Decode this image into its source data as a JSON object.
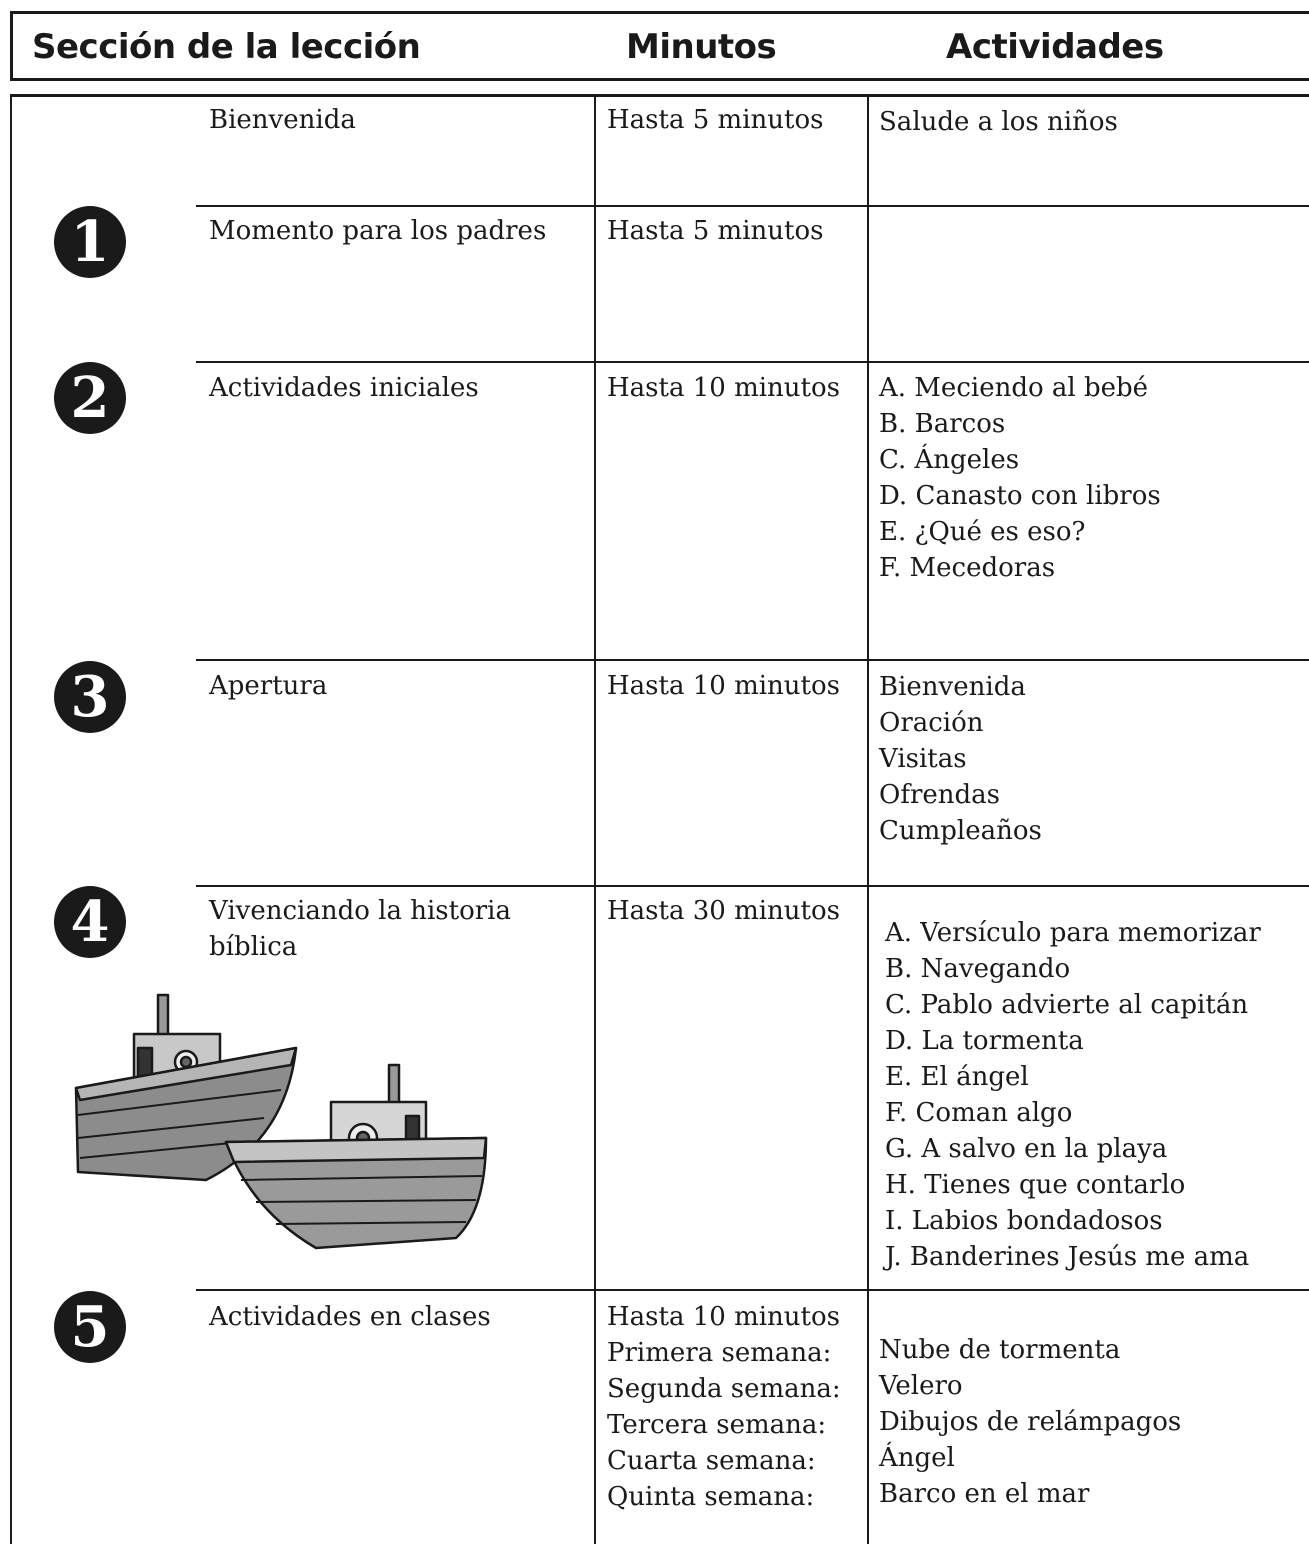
{
  "header": {
    "section": "Sección de la lección",
    "minutes": "Minutos",
    "activities": "Actividades"
  },
  "rows": [
    {
      "name": "Bienvenida",
      "minutes": "Hasta 5 minutos",
      "activities": [
        "Salude a los niños"
      ]
    },
    {
      "number": "1",
      "name": "Momento para los padres",
      "minutes": "Hasta 5 minutos",
      "activities": []
    },
    {
      "number": "2",
      "name": "Actividades iniciales",
      "minutes": "Hasta 10 minutos",
      "activities": [
        "A. Meciendo al bebé",
        "B. Barcos",
        "C. Ángeles",
        "D. Canasto con libros",
        "E. ¿Qué es eso?",
        "F. Mecedoras"
      ]
    },
    {
      "number": "3",
      "name": "Apertura",
      "minutes": "Hasta 10 minutos",
      "activities": [
        "Bienvenida",
        "Oración",
        "Visitas",
        "Ofrendas",
        "Cumpleaños"
      ]
    },
    {
      "number": "4",
      "name_lines": [
        "Vivenciando la historia",
        "bíblica"
      ],
      "minutes": "Hasta 30 minutos",
      "activities": [
        "A. Versículo para memorizar",
        "B. Navegando",
        "C. Pablo advierte al capitán",
        "D. La tormenta",
        "E. El ángel",
        "F. Coman algo",
        "G. A salvo en la playa",
        "H. Tienes que contarlo",
        "I. Labios bondadosos",
        "J. Banderines Jesús me ama"
      ]
    },
    {
      "number": "5",
      "name": "Actividades en clases",
      "minutes_lines": [
        "Hasta 10 minutos",
        "Primera semana:",
        "Segunda semana:",
        "Tercera semana:",
        "Cuarta semana:",
        "Quinta semana:"
      ],
      "activities": [
        "Nube de tormenta",
        "Velero",
        "Dibujos de relámpagos",
        "Ángel",
        "Barco en el mar"
      ]
    }
  ],
  "colors": {
    "ink": "#1a1a1a",
    "boat_gray": "#8c8c8c",
    "boat_light": "#c8c8c8"
  },
  "illustration": "two-boats-icon"
}
